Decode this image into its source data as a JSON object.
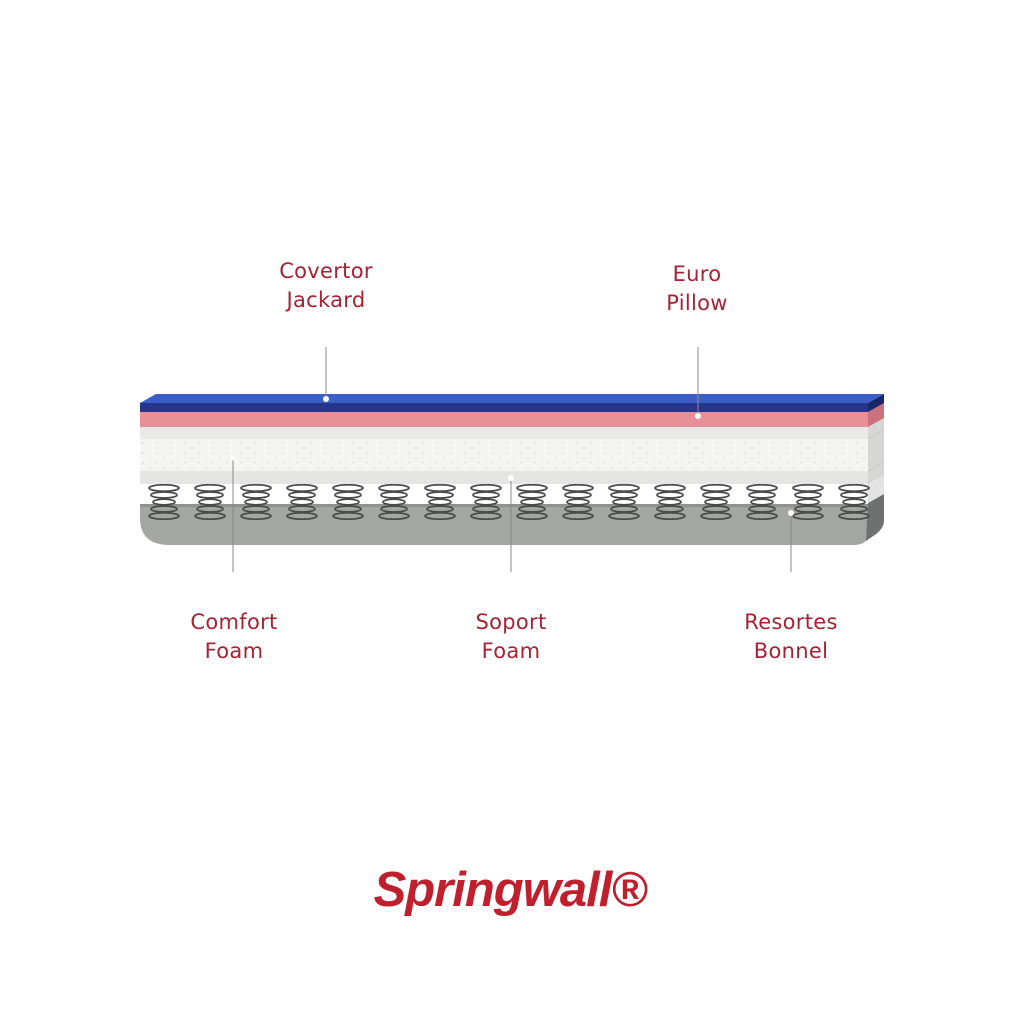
{
  "layers": {
    "covertor": {
      "line1": "Covertor",
      "line2": "Jackard"
    },
    "euro": {
      "line1": "Euro",
      "line2": "Pillow"
    },
    "comfort": {
      "line1": "Comfort",
      "line2": "Foam"
    },
    "soport": {
      "line1": "Soport",
      "line2": "Foam"
    },
    "resortes": {
      "line1": "Resortes",
      "line2": "Bonnel"
    }
  },
  "brand": {
    "logo_text": "Springwall®"
  },
  "colors": {
    "label": "#a42335",
    "brand": "#c0202e",
    "cover_top": "#3b5fc6",
    "cover_band": "#26368f",
    "pillow": "#e88f98",
    "foam": "#f4f4f2",
    "base": "#a4a6a4"
  },
  "icons": {
    "spring": "bonnel-spring-coil"
  }
}
